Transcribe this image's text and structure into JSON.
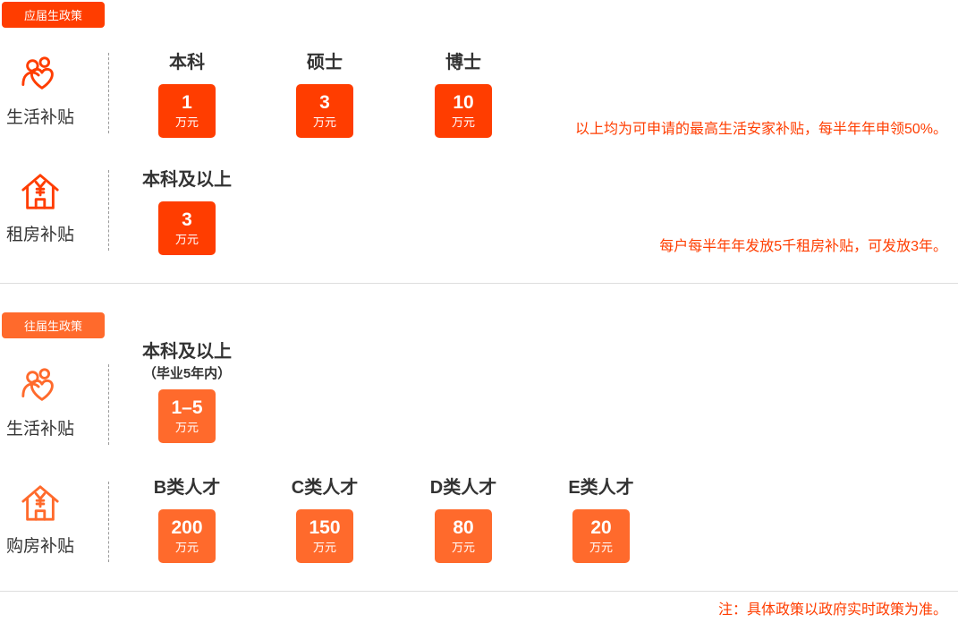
{
  "colors": {
    "current": "#ff3d00",
    "past": "#ff6a2c"
  },
  "current": {
    "tag": "应届生政策",
    "living": {
      "icon": "people-heart-icon",
      "label": "生活补贴",
      "items": [
        {
          "label": "本科",
          "value": "1",
          "unit": "万元"
        },
        {
          "label": "硕士",
          "value": "3",
          "unit": "万元"
        },
        {
          "label": "博士",
          "value": "10",
          "unit": "万元"
        }
      ],
      "note": "以上均为可申请的最高生活安家补贴，每半年年申领50%。"
    },
    "rent": {
      "icon": "house-yuan-icon",
      "label": "租房补贴",
      "items": [
        {
          "label": "本科及以上",
          "value": "3",
          "unit": "万元"
        }
      ],
      "note": "每户每半年年发放5千租房补贴，可发放3年。"
    }
  },
  "past": {
    "tag": "往届生政策",
    "living": {
      "icon": "people-heart-icon",
      "label": "生活补贴",
      "items": [
        {
          "label": "本科及以上",
          "sub": "（毕业5年内）",
          "value": "1–5",
          "unit": "万元"
        }
      ]
    },
    "purchase": {
      "icon": "house-yuan-icon",
      "label": "购房补贴",
      "items": [
        {
          "label": "B类人才",
          "value": "200",
          "unit": "万元"
        },
        {
          "label": "C类人才",
          "value": "150",
          "unit": "万元"
        },
        {
          "label": "D类人才",
          "value": "80",
          "unit": "万元"
        },
        {
          "label": "E类人才",
          "value": "20",
          "unit": "万元"
        }
      ]
    }
  },
  "footnote": "注：具体政策以政府实时政策为准。"
}
